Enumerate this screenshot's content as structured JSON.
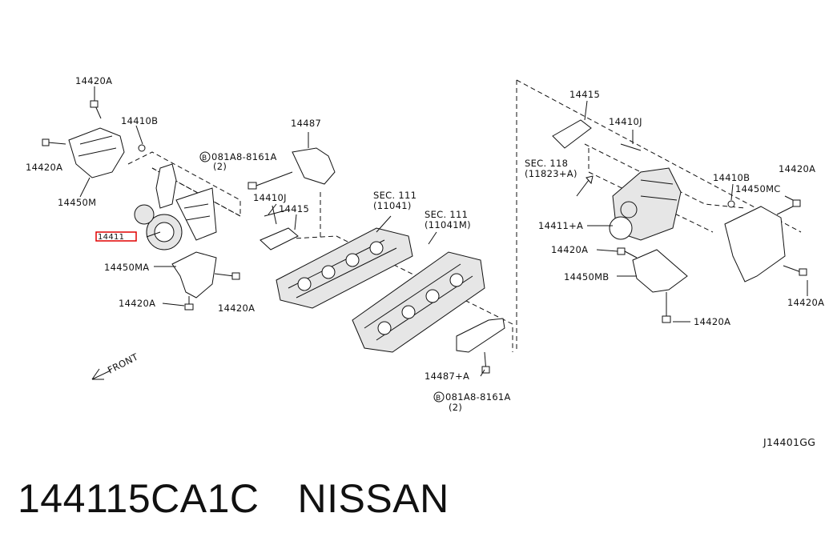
{
  "diagram": {
    "callouts": {
      "left_14420A_top": "14420A",
      "left_14410B": "14410B",
      "left_14420A_side": "14420A",
      "left_14450M": "14450M",
      "left_14411_highlight": "14411",
      "left_14450MA": "14450MA",
      "left_14420A_bottom": "14420A",
      "left_14420A_bottom2": "14420A",
      "center_14487": "14487",
      "center_bolt_top": "081A8-8161A",
      "center_bolt_top_qty": "(2)",
      "center_14410J": "14410J",
      "center_14415": "14415",
      "sec111_a": "SEC. 111",
      "sec111_a_ref": "(11041)",
      "sec111_b": "SEC. 111",
      "sec111_b_ref": "(11041M)",
      "center_14487A": "14487+A",
      "center_bolt_bottom": "081A8-8161A",
      "center_bolt_bottom_qty": "(2)",
      "right_14415": "14415",
      "right_14410J": "14410J",
      "sec118": "SEC. 118",
      "sec118_ref": "(11823+A)",
      "right_14410B": "14410B",
      "right_14420A_top": "14420A",
      "right_14450MC": "14450MC",
      "right_14411A": "14411+A",
      "right_14420A_mid": "14420A",
      "right_14450MB": "14450MB",
      "right_14420A_bottom": "14420A",
      "right_14420A_side": "14420A"
    },
    "bolt_marker": "B",
    "front_label": "FRONT",
    "diagram_code": "J14401GG"
  },
  "caption": {
    "part_number": "144115CA1C",
    "brand": "NISSAN"
  },
  "colors": {
    "highlight": "#e00000",
    "ink": "#111111"
  }
}
